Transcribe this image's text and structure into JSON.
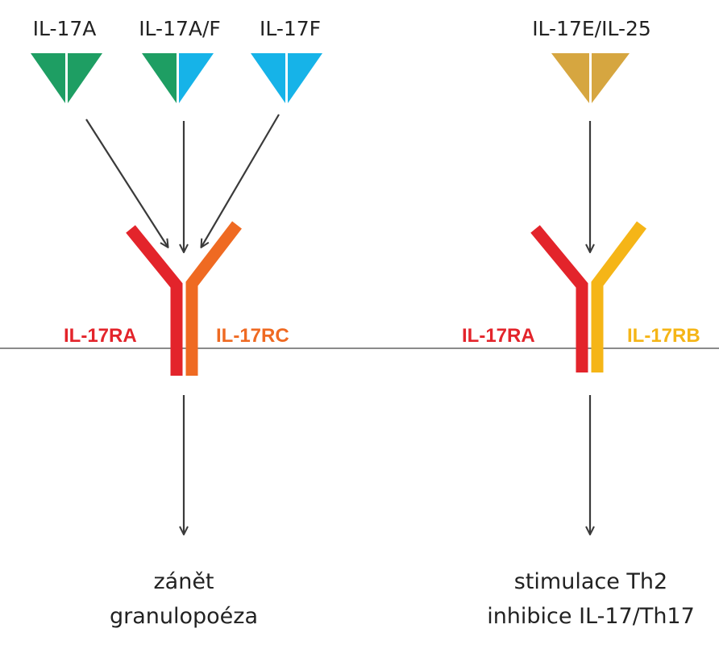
{
  "colors": {
    "il17a_green": "#1e9e63",
    "il17f_blue": "#16b3e8",
    "il25_gold": "#d6a640",
    "ra_red": "#e3242b",
    "rc_orange": "#ef6a22",
    "rb_yellow": "#f5b517",
    "membrane": "#8a8a8a",
    "arrow": "#3a3a3a"
  },
  "ligands": {
    "il17a": "IL-17A",
    "il17af": "IL-17A/F",
    "il17f": "IL-17F",
    "il17e": "IL-17E/IL-25"
  },
  "receptors": {
    "left": {
      "ra": "IL-17RA",
      "partner": "IL-17RC"
    },
    "right": {
      "ra": "IL-17RA",
      "partner": "IL-17RB"
    }
  },
  "outcomes": {
    "left": {
      "line1": "zánět",
      "line2": "granulopoéza"
    },
    "right": {
      "line1": "stimulace Th2",
      "line2": "inhibice IL-17/Th17"
    }
  }
}
